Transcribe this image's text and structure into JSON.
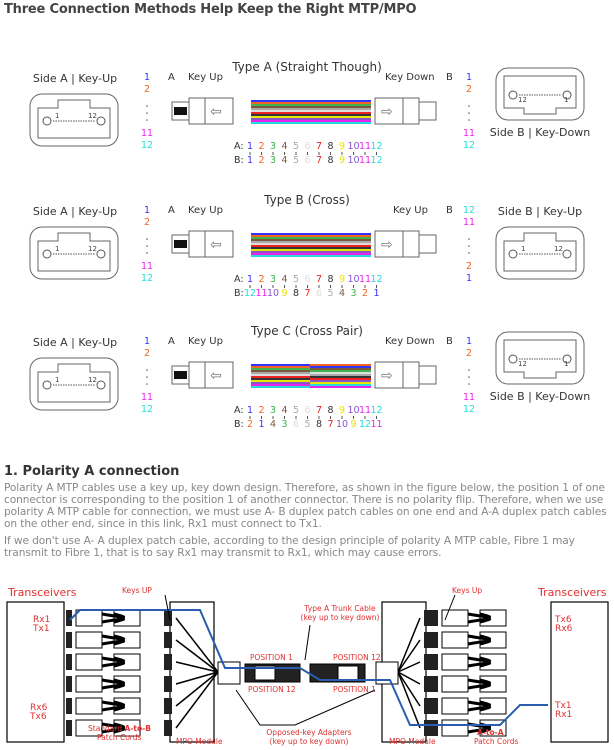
{
  "page_title": "Three Connection Methods Help Keep the Right MTP/MPO",
  "fiber_colors": [
    "#3333ff",
    "#f26522",
    "#3cb44b",
    "#7b5a3c",
    "#aaaaaa",
    "#dddddd",
    "#ee2222",
    "#333333",
    "#e6e600",
    "#8855cc",
    "#ee22ee",
    "#22dddd"
  ],
  "types": [
    {
      "title": "Type A (Straight Though)",
      "side_a": "Side A | Key-Up",
      "side_b": "Side B | Key-Down",
      "end_a": "A",
      "end_b": "B",
      "key_a": "Key Up",
      "key_b": "Key Down",
      "right_key_down": true,
      "left_nums": [
        "1",
        "2",
        "11",
        "12"
      ],
      "right_nums": [
        "1",
        "2",
        "11",
        "12"
      ],
      "map_a_label": "A:",
      "map_b_label": "B:",
      "map_a": [
        1,
        2,
        3,
        4,
        5,
        6,
        7,
        8,
        9,
        10,
        11,
        12
      ],
      "map_b": [
        1,
        2,
        3,
        4,
        5,
        6,
        7,
        8,
        9,
        10,
        11,
        12
      ]
    },
    {
      "title": "Type B (Cross)",
      "side_a": "Side A | Key-Up",
      "side_b": "Side B | Key-Up",
      "end_a": "A",
      "end_b": "B",
      "key_a": "Key Up",
      "key_b": "Key Up",
      "right_key_down": false,
      "left_nums": [
        "1",
        "2",
        "11",
        "12"
      ],
      "right_nums": [
        "12",
        "11",
        "2",
        "1"
      ],
      "map_a_label": "A:",
      "map_b_label": "B:",
      "map_a": [
        1,
        2,
        3,
        4,
        5,
        6,
        7,
        8,
        9,
        10,
        11,
        12
      ],
      "map_b": [
        12,
        11,
        10,
        9,
        8,
        7,
        6,
        5,
        4,
        3,
        2,
        1
      ]
    },
    {
      "title": "Type C (Cross Pair)",
      "side_a": "Side A | Key-Up",
      "side_b": "Side B | Key-Down",
      "end_a": "A",
      "end_b": "B",
      "key_a": "Key Up",
      "key_b": "Key Down",
      "right_key_down": true,
      "left_nums": [
        "1",
        "2",
        "11",
        "12"
      ],
      "right_nums": [
        "1",
        "2",
        "11",
        "12"
      ],
      "map_a_label": "A:",
      "map_b_label": "B:",
      "map_a": [
        1,
        2,
        3,
        4,
        5,
        6,
        7,
        8,
        9,
        10,
        11,
        12
      ],
      "map_b": [
        2,
        1,
        4,
        3,
        6,
        5,
        8,
        7,
        10,
        9,
        12,
        11
      ]
    }
  ],
  "section": {
    "title": "1. Polarity A connection",
    "para1": "Polarity A MTP cables use a key up, key down design. Therefore, as shown in the figure below, the position 1 of one connector is corresponding to the position 1 of another connector. There is no polarity flip. Therefore, when we use polarity A MTP cable for connection, we must use A- B duplex patch cables on one end and A-A duplex patch cables on the other end, since in this link, Rx1 must connect to Tx1.",
    "para2": "If we don't use A- A duplex patch cable, according to the design principle of polarity A MTP cable, Fibre 1 may transmit to Fibre 1, that is to say Rx1 may transmit to Rx1, which may cause errors."
  },
  "bottom_diagram": {
    "transceivers_left": "Transceivers",
    "transceivers_right": "Transceivers",
    "rx1_left": "Rx1",
    "tx1_left": "Tx1",
    "rx6_left": "Rx6",
    "tx6_left": "Tx6",
    "tx6_right": "Tx6",
    "rx6_right": "Rx6",
    "tx1_right": "Tx1",
    "rx1_right": "Rx1",
    "keys_up_left": "Keys UP",
    "keys_up_right": "Keys Up",
    "trunk_1": "Type A Trunk Cable",
    "trunk_2": "(key up to key down)",
    "pos1_top": "POSITION 1",
    "pos12_bottom": "POSITION 12",
    "pos12_top": "POSITION 12",
    "pos1_bottom": "POSITION 1",
    "ab_1": "Standard ",
    "ab_bold": "A-to-B",
    "ab_2": "Patch Cords",
    "module_left": "MPO Module",
    "module_right": "MPO Module",
    "adapters_1": "Opposed-key Adapters",
    "adapters_2": "(key up to key down)",
    "aa_bold": "A-to-A",
    "aa_2": "Patch Cords",
    "label_color": "#e03030",
    "trace_color": "#2a5db0"
  }
}
